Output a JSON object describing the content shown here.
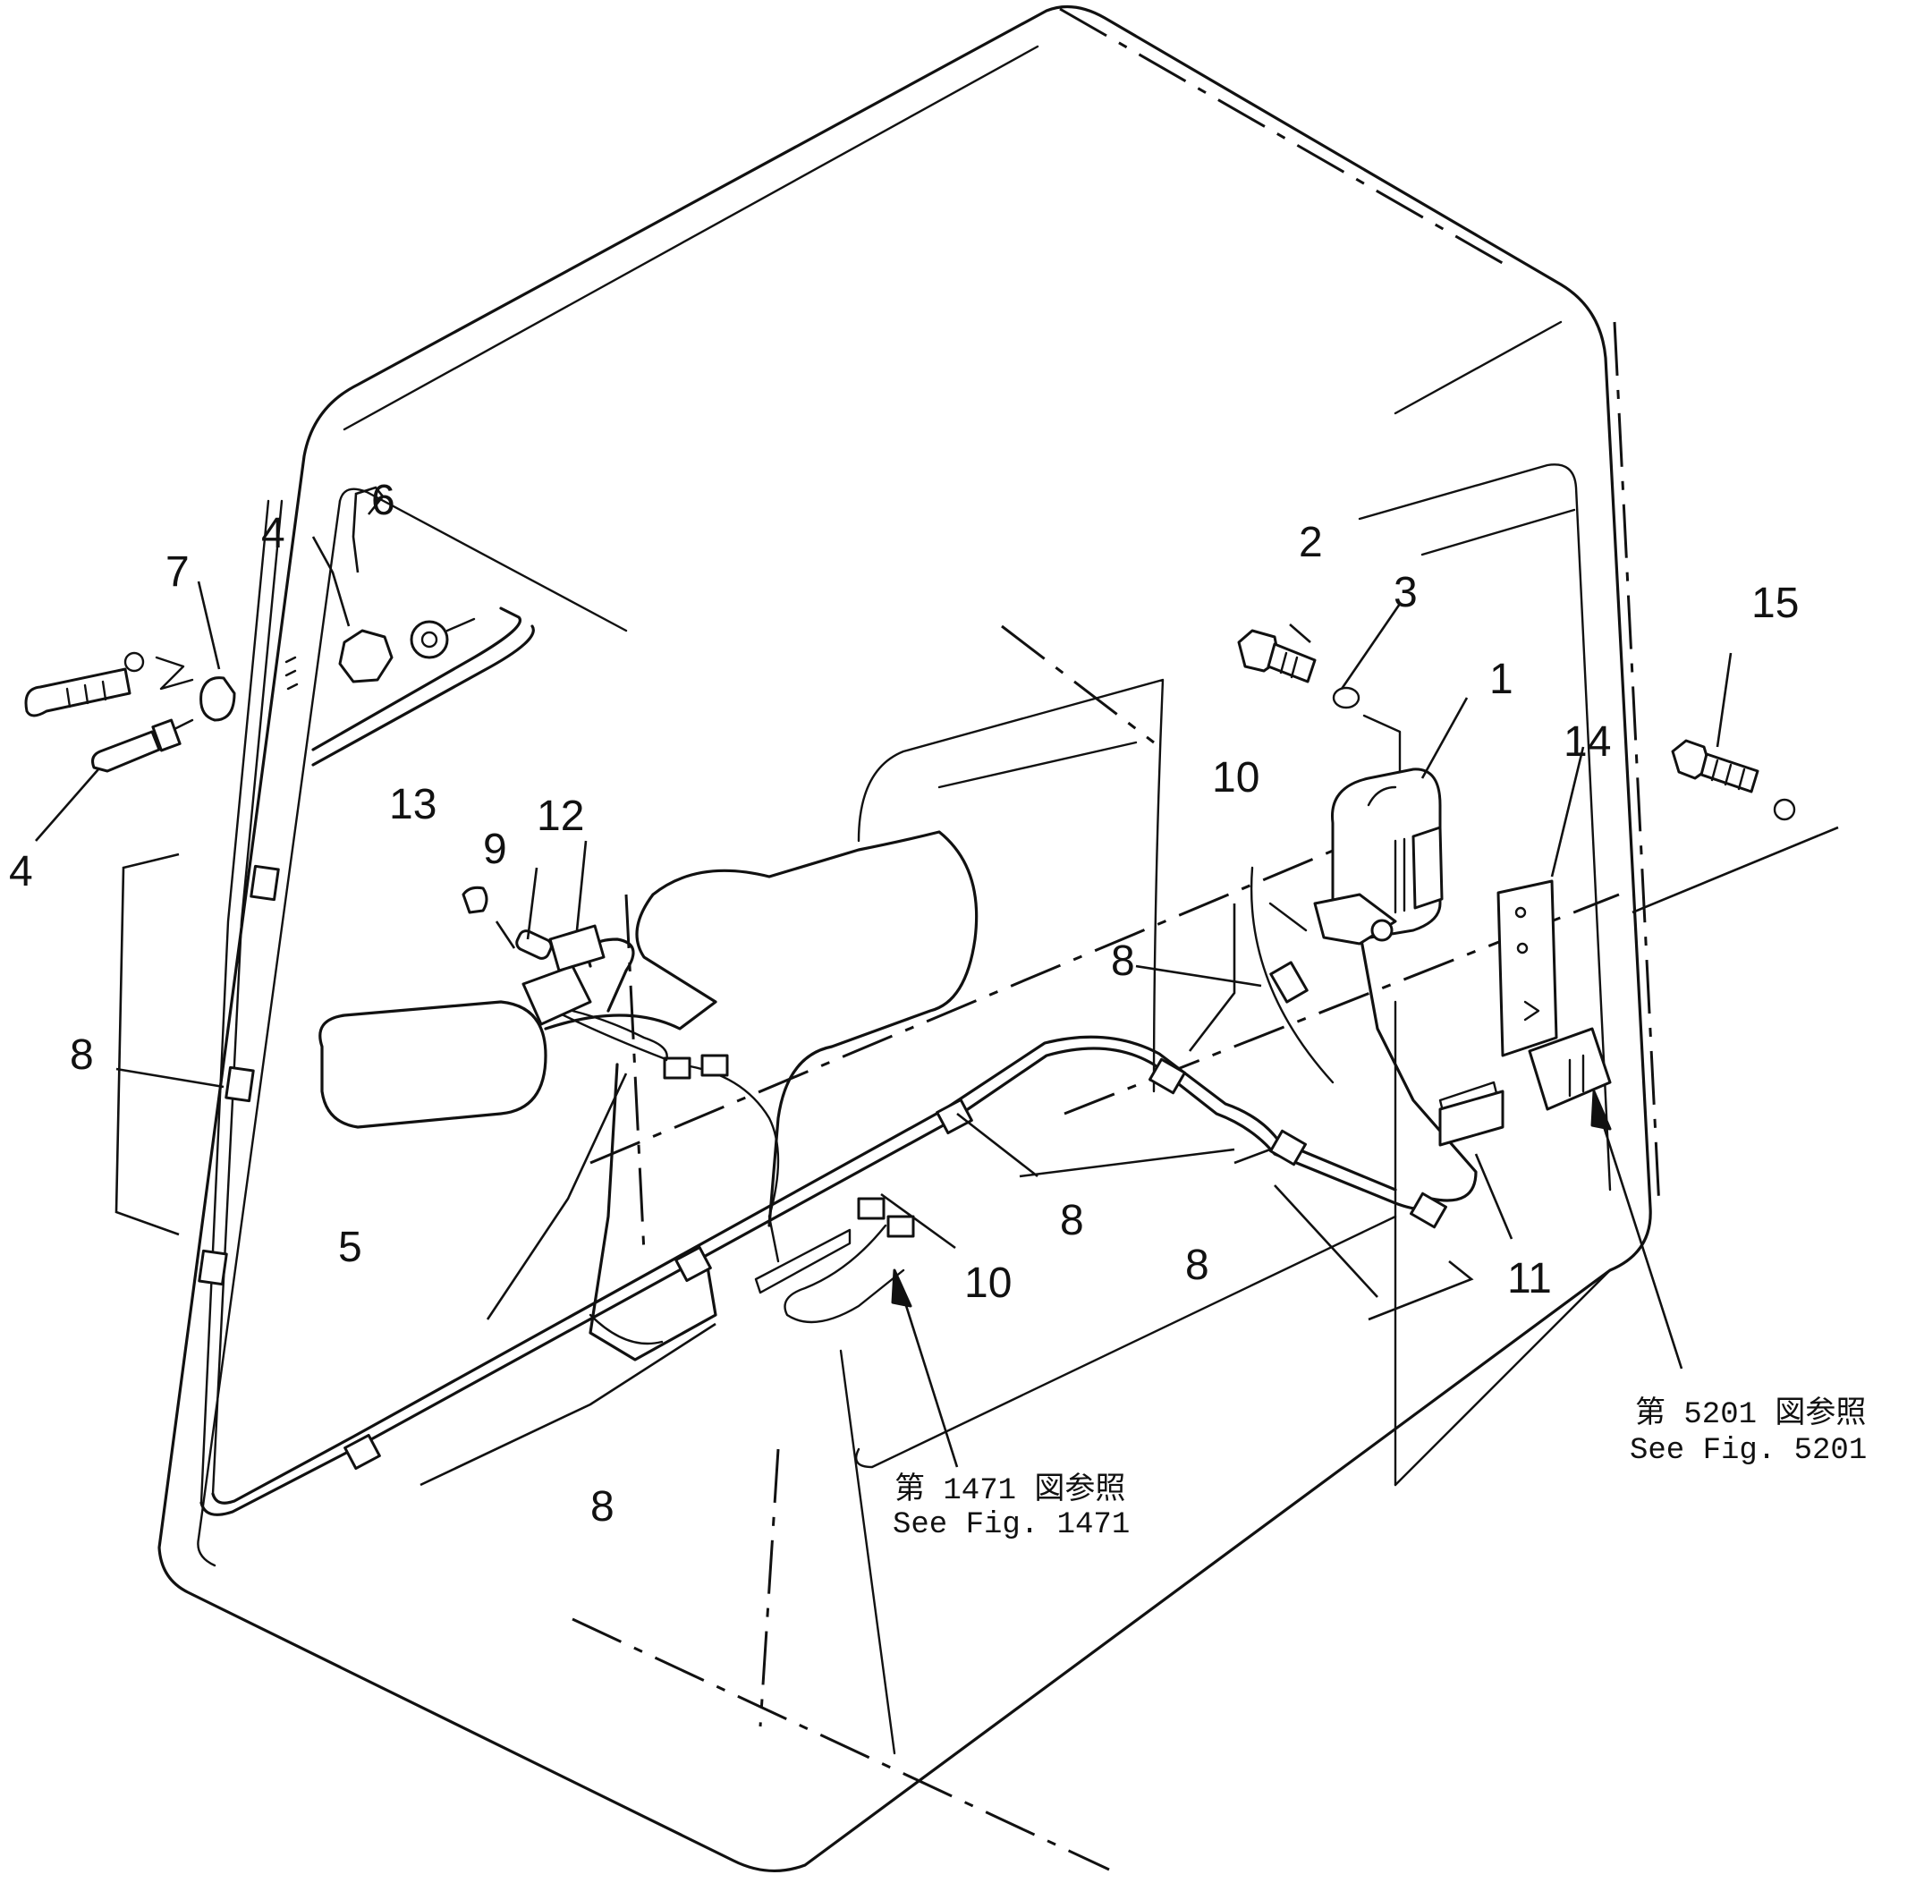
{
  "callouts": [
    {
      "id": "c1",
      "label": "1"
    },
    {
      "id": "c2",
      "label": "2"
    },
    {
      "id": "c3",
      "label": "3"
    },
    {
      "id": "c4a",
      "label": "4"
    },
    {
      "id": "c4b",
      "label": "4"
    },
    {
      "id": "c5",
      "label": "5"
    },
    {
      "id": "c6",
      "label": "6"
    },
    {
      "id": "c7",
      "label": "7"
    },
    {
      "id": "c8a",
      "label": "8"
    },
    {
      "id": "c8b",
      "label": "8"
    },
    {
      "id": "c8c",
      "label": "8"
    },
    {
      "id": "c8d",
      "label": "8"
    },
    {
      "id": "c8e",
      "label": "8"
    },
    {
      "id": "c9",
      "label": "9"
    },
    {
      "id": "c10a",
      "label": "10"
    },
    {
      "id": "c10b",
      "label": "10"
    },
    {
      "id": "c11",
      "label": "11"
    },
    {
      "id": "c12",
      "label": "12"
    },
    {
      "id": "c13",
      "label": "13"
    },
    {
      "id": "c14",
      "label": "14"
    },
    {
      "id": "c15",
      "label": "15"
    }
  ],
  "references": {
    "fig1471_jp": "第 1471 図参照",
    "fig1471_en": "See Fig. 1471",
    "fig5201_jp": "第 5201 図参照",
    "fig5201_en": "See Fig. 5201"
  },
  "colors": {
    "ink": "#111111",
    "paper": "#ffffff"
  }
}
